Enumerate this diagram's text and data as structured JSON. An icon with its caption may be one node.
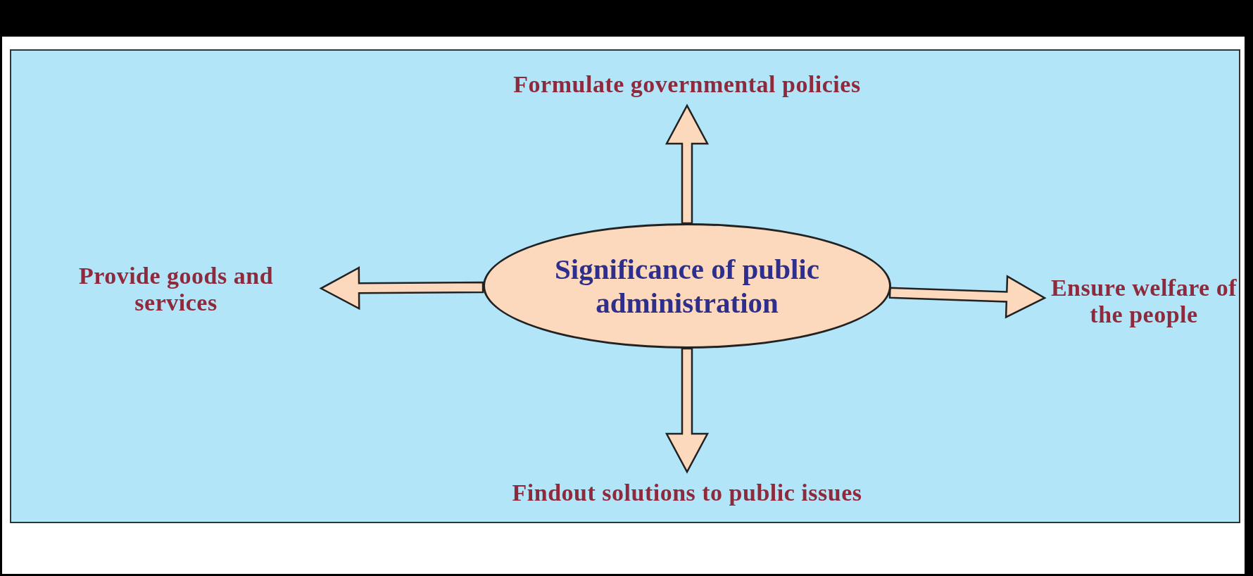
{
  "diagram": {
    "nodes": [
      {
        "text": [
          "Formulate governmental policies"
        ]
      },
      {
        "text": [
          "Provide goods and services"
        ]
      },
      {
        "text": [
          "Significance of public administration"
        ]
      },
      {
        "text": [
          "Ensure welfare of the people"
        ]
      },
      {
        "text": [
          "Findout solutions to public issues"
        ]
      }
    ],
    "edges": [
      {
        "from": 2,
        "to": 0,
        "arrow": "to"
      },
      {
        "from": 2,
        "to": 1,
        "arrow": "to"
      },
      {
        "from": 2,
        "to": 3,
        "arrow": "to"
      },
      {
        "from": 2,
        "to": 4,
        "arrow": "to"
      }
    ]
  }
}
